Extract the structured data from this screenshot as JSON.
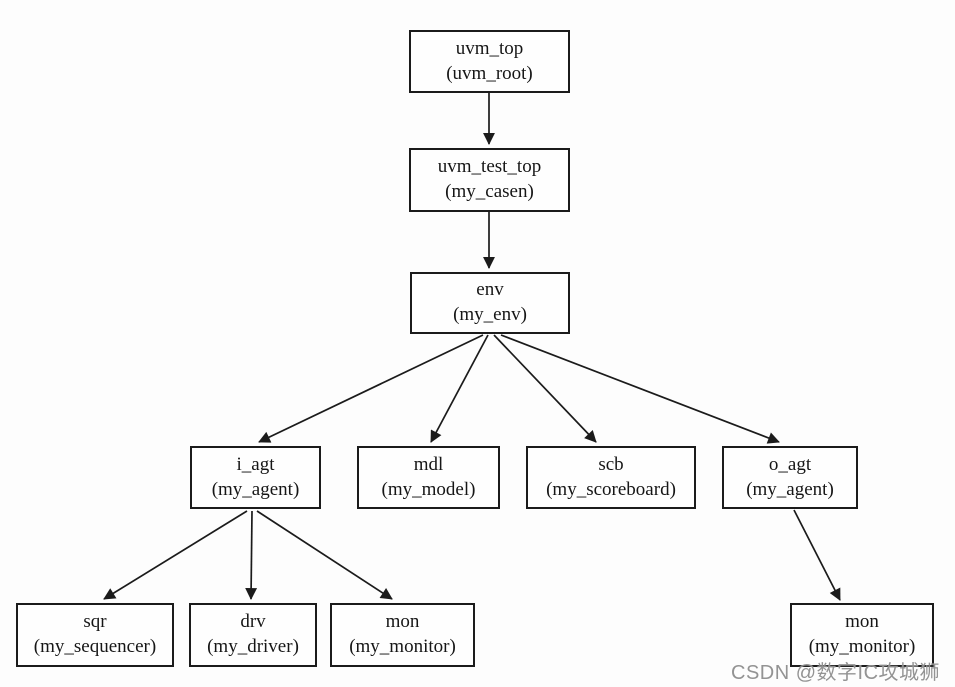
{
  "diagram": {
    "type": "tree",
    "description": "UVM testbench component hierarchy",
    "nodes": [
      {
        "id": "uvm_top",
        "instance": "uvm_top",
        "class_name": "(uvm_root)"
      },
      {
        "id": "uvm_test_top",
        "instance": "uvm_test_top",
        "class_name": "(my_casen)"
      },
      {
        "id": "env",
        "instance": "env",
        "class_name": "(my_env)"
      },
      {
        "id": "i_agt",
        "instance": "i_agt",
        "class_name": "(my_agent)"
      },
      {
        "id": "mdl",
        "instance": "mdl",
        "class_name": "(my_model)"
      },
      {
        "id": "scb",
        "instance": "scb",
        "class_name": "(my_scoreboard)"
      },
      {
        "id": "o_agt",
        "instance": "o_agt",
        "class_name": "(my_agent)"
      },
      {
        "id": "sqr",
        "instance": "sqr",
        "class_name": "(my_sequencer)"
      },
      {
        "id": "drv",
        "instance": "drv",
        "class_name": "(my_driver)"
      },
      {
        "id": "mon_i",
        "instance": "mon",
        "class_name": "(my_monitor)"
      },
      {
        "id": "mon_o",
        "instance": "mon",
        "class_name": "(my_monitor)"
      }
    ],
    "edges": [
      {
        "from": "uvm_top",
        "to": "uvm_test_top"
      },
      {
        "from": "uvm_test_top",
        "to": "env"
      },
      {
        "from": "env",
        "to": "i_agt"
      },
      {
        "from": "env",
        "to": "mdl"
      },
      {
        "from": "env",
        "to": "scb"
      },
      {
        "from": "env",
        "to": "o_agt"
      },
      {
        "from": "i_agt",
        "to": "sqr"
      },
      {
        "from": "i_agt",
        "to": "drv"
      },
      {
        "from": "i_agt",
        "to": "mon_i"
      },
      {
        "from": "o_agt",
        "to": "mon_o"
      }
    ],
    "colors": {
      "line": "#1b1b1b",
      "box_border": "#1b1b1b",
      "box_fill": "#fefefe",
      "background": "#fdfdfd",
      "watermark_gray": "#808080"
    }
  },
  "watermark": "CSDN @数字IC攻城狮"
}
